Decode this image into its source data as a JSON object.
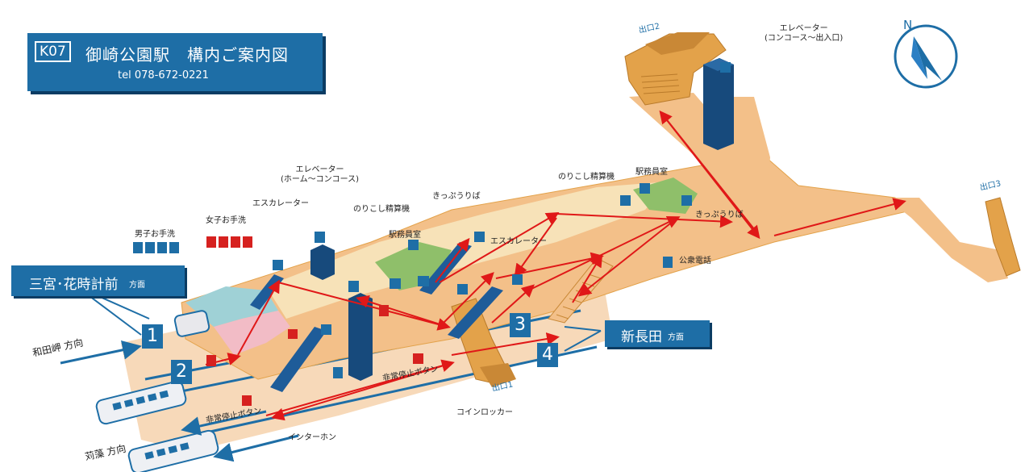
{
  "title": {
    "code": "K07",
    "station": "御崎公園駅　構内ご案内図",
    "tel": "tel 078-672-0221"
  },
  "directions": {
    "sannomiya": {
      "main": "三宮･花時計前",
      "suffix": "方面"
    },
    "shinnagata": {
      "main": "新長田",
      "suffix": "方面"
    },
    "wadamisaki": "和田岬  方向",
    "karumo": "苅藻  方向"
  },
  "exit_numbers": [
    "1",
    "2",
    "3",
    "4"
  ],
  "labels": {
    "exit1": "出口1",
    "exit2": "出口2",
    "exit3": "出口3",
    "elevator_exit_l1": "エレベーター",
    "elevator_exit_l2": "(コンコース～出入口)",
    "elevator_home_l1": "エレベーター",
    "elevator_home_l2": "(ホーム～コンコース)",
    "escalator_left": "エスカレーター",
    "escalator_right": "エスカレーター",
    "mens_toilet": "男子お手洗",
    "womens_toilet": "女子お手洗",
    "fare_adjust_left": "のりこし精算機",
    "fare_adjust_right": "のりこし精算機",
    "station_office_left": "駅務員室",
    "station_office_right": "駅務員室",
    "ticket_left": "きっぷうりば",
    "ticket_right": "きっぷうりば",
    "payphone": "公衆電話",
    "emergency_stop_1": "非常停止ボタン",
    "emergency_stop_2": "非常停止ボタン",
    "coin_locker": "コインロッカー",
    "intercom": "インターホン"
  },
  "colors": {
    "brand_blue": "#1e6ea6",
    "concourse": "#f3c089",
    "stairs": "#e3a24a",
    "platform": "#f7d9b9",
    "office_green": "#8fbf6a",
    "mens_area": "#9fd1d6",
    "womens_area": "#f2bcc6",
    "route_red": "#e01818"
  }
}
